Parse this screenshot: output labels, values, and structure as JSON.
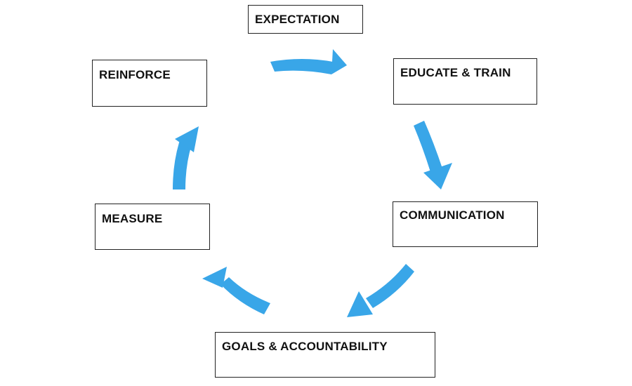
{
  "diagram": {
    "steps": [
      {
        "id": "expectation",
        "label": "EXPECTATION"
      },
      {
        "id": "educate",
        "label": "EDUCATE & TRAIN"
      },
      {
        "id": "communication",
        "label": "COMMUNICATION"
      },
      {
        "id": "goals",
        "label": "GOALS & ACCOUNTABILITY"
      },
      {
        "id": "measure",
        "label": "MEASURE"
      },
      {
        "id": "reinforce",
        "label": "REINFORCE"
      }
    ],
    "colors": {
      "arrow": "#39a6e8",
      "box_border": "#222222",
      "text": "#111111"
    }
  }
}
